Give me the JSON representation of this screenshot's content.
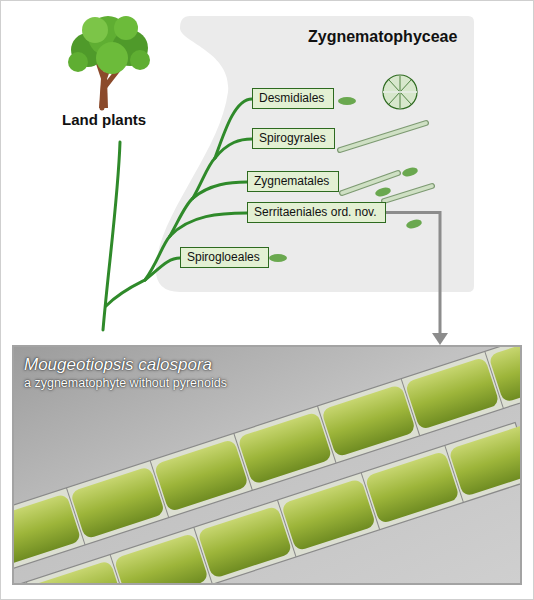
{
  "diagram": {
    "nodes": [
      {
        "text": [
          "Zygnematophyceae"
        ]
      },
      {
        "text": [
          "Desmidiales"
        ],
        "in": 0
      },
      {
        "text": [
          "Spirogyrales"
        ],
        "in": 0
      },
      {
        "text": [
          "Zygnematales"
        ],
        "in": 0
      },
      {
        "text": [
          "Serritaeniales ord. nov."
        ],
        "in": 0
      },
      {
        "text": [
          "Spirogloeales"
        ],
        "in": 0
      },
      {
        "text": [
          "Mougeotiopsis calospora",
          "a zygnematophyte without pyrenoids"
        ]
      }
    ],
    "edges": [
      {
        "from": 4,
        "to": 6,
        "arrow": "to"
      }
    ],
    "labels": [
      "Land plants"
    ]
  }
}
